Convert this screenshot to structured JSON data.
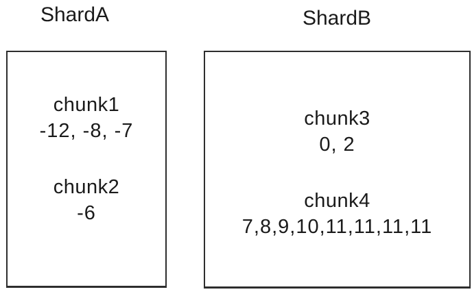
{
  "colors": {
    "background": "#ffffff",
    "text": "#1a1a1a",
    "box_border": "#2d2d2d"
  },
  "shards": [
    {
      "title": "ShardA",
      "chunks": [
        {
          "name": "chunk1",
          "values": "-12, -8, -7"
        },
        {
          "name": "chunk2",
          "values": "-6"
        }
      ]
    },
    {
      "title": "ShardB",
      "chunks": [
        {
          "name": "chunk3",
          "values": "0, 2"
        },
        {
          "name": "chunk4",
          "values": "7,8,9,10,11,11,11,11"
        }
      ]
    }
  ]
}
